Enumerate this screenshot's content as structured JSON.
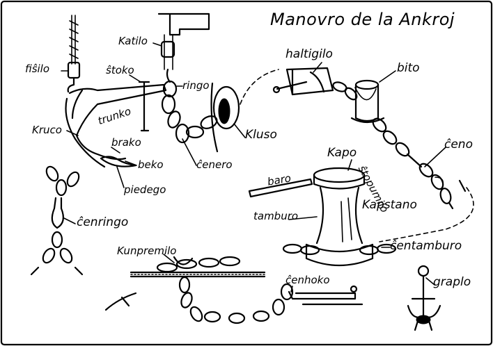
{
  "title": "Manovro de la Ankroj",
  "labels": {
    "fisilo": "fiŝilo",
    "stoko": "ŝtoko",
    "katilo": "Katilo",
    "ringo": "ringo",
    "trunko": "trunko",
    "kruco": "Kruco",
    "brako": "brako",
    "beko": "beko",
    "piedego": "piedego",
    "cenero": "ĉenero",
    "kluso": "Kluso",
    "haltigilo": "haltigilo",
    "bito": "bito",
    "ceno": "ĉeno",
    "stopumilo": "ŝtopumilo",
    "kapo": "Kapo",
    "baro": "baro",
    "kapstano": "Kapstano",
    "tamburo": "tamburo",
    "centamburo": "ĉentamburo",
    "cenringo": "ĉenringo",
    "kunpremilo": "Kunpremilo",
    "cenhoko": "ĉenhoko",
    "graplo": "graplo"
  }
}
